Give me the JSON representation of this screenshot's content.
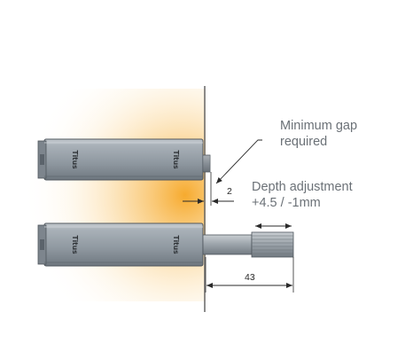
{
  "annotations": {
    "gap_label_line1": "Minimum gap",
    "gap_label_line2": "required",
    "depth_label_line1": "Depth adjustment",
    "depth_label_line2": "+4.5 / -1mm"
  },
  "dimensions": {
    "gap_value": "2",
    "length_value": "43"
  },
  "product_marking": "Titus",
  "colors": {
    "glow": "#f7b640",
    "body": "#9aa3ab",
    "body_dark": "#5b636b",
    "wall": "#6f6f6f",
    "label_gray": "#6b7177"
  }
}
